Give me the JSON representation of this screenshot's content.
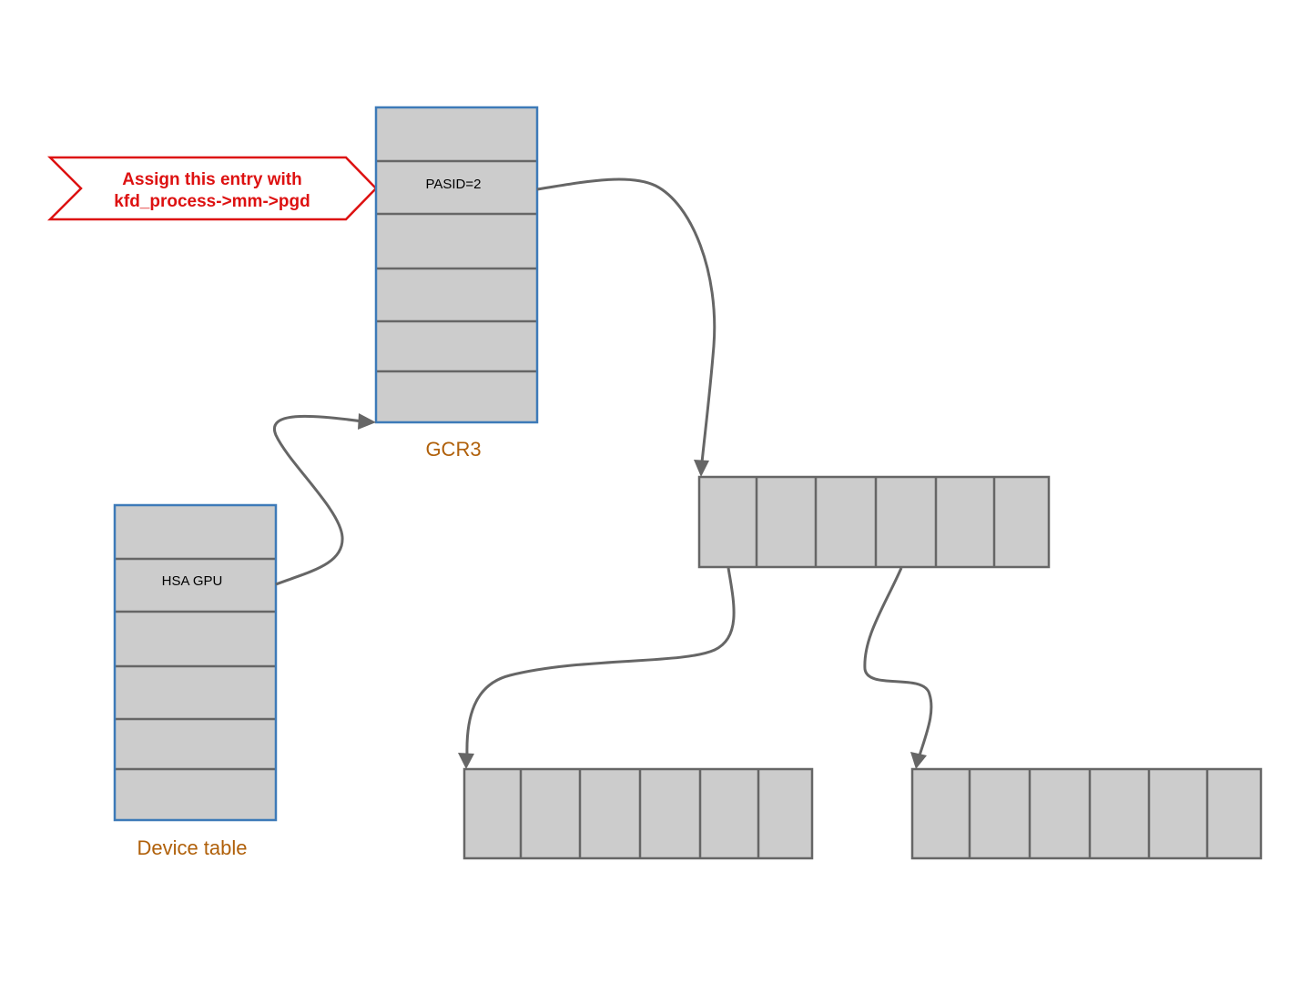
{
  "callout": {
    "line1": "Assign this entry with",
    "line2": "kfd_process->mm->pgd"
  },
  "gcr3_table": {
    "caption": "GCR3",
    "entry_label": "PASID=2"
  },
  "device_table": {
    "caption": "Device table",
    "entry_label": "HSA GPU"
  },
  "colors": {
    "table_border": "#3d7ab8",
    "cell_fill": "#cccccc",
    "connector": "#666666",
    "callout": "#dd1111",
    "caption": "#b0600a"
  }
}
